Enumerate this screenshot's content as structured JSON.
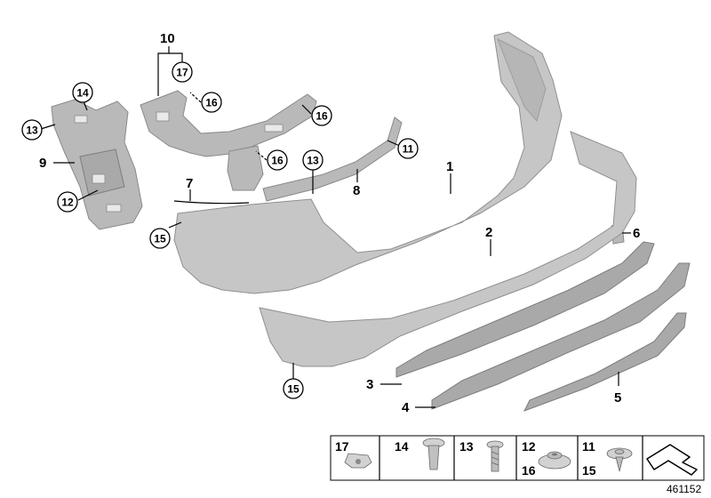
{
  "diagram": {
    "callouts": [
      {
        "id": "c1",
        "text": "1",
        "circled": false
      },
      {
        "id": "c2",
        "text": "2",
        "circled": false
      },
      {
        "id": "c3",
        "text": "3",
        "circled": false
      },
      {
        "id": "c4",
        "text": "4",
        "circled": false
      },
      {
        "id": "c5",
        "text": "5",
        "circled": false
      },
      {
        "id": "c6",
        "text": "6",
        "circled": false
      },
      {
        "id": "c7",
        "text": "7",
        "circled": false
      },
      {
        "id": "c8",
        "text": "8",
        "circled": false
      },
      {
        "id": "c9",
        "text": "9",
        "circled": false
      },
      {
        "id": "c10",
        "text": "10",
        "circled": false
      },
      {
        "id": "c11",
        "text": "11",
        "circled": true
      },
      {
        "id": "c12",
        "text": "12",
        "circled": true
      },
      {
        "id": "c13a",
        "text": "13",
        "circled": true
      },
      {
        "id": "c13b",
        "text": "13",
        "circled": true
      },
      {
        "id": "c14",
        "text": "14",
        "circled": true
      },
      {
        "id": "c15a",
        "text": "15",
        "circled": true
      },
      {
        "id": "c15b",
        "text": "15",
        "circled": true
      },
      {
        "id": "c16a",
        "text": "16",
        "circled": true
      },
      {
        "id": "c16b",
        "text": "16",
        "circled": true
      },
      {
        "id": "c16c",
        "text": "16",
        "circled": true
      },
      {
        "id": "c17",
        "text": "17",
        "circled": true
      }
    ],
    "legend": [
      {
        "labels": [
          "17"
        ],
        "part": "clip-nut"
      },
      {
        "labels": [
          "14"
        ],
        "part": "expanding-rivet"
      },
      {
        "labels": [
          "13"
        ],
        "part": "screw"
      },
      {
        "labels": [
          "12",
          "16"
        ],
        "part": "collar-nut"
      },
      {
        "labels": [
          "11",
          "15"
        ],
        "part": "plastic-rivet"
      },
      {
        "labels": [],
        "part": "sealing-strip"
      }
    ],
    "document_number": "461152"
  }
}
